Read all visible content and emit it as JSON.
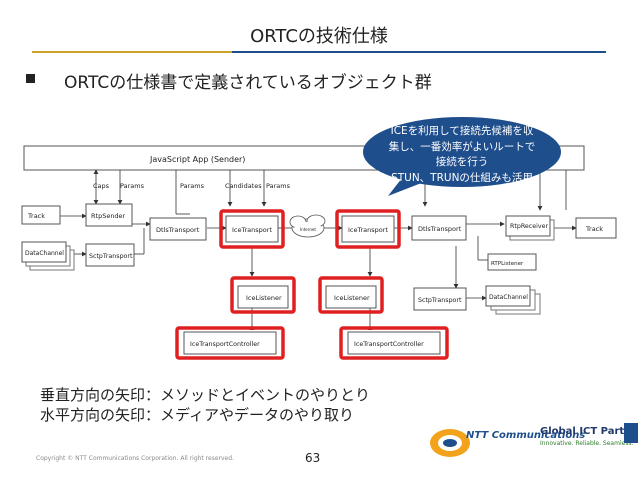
{
  "slide": {
    "title": "ORTCの技術仕様",
    "bullet": "ORTCの仕様書で定義されているオブジェクト群",
    "callout_lines": [
      "ICEを利用して接続先候補を収",
      "集し、一番効率がよいルートで",
      "接続を行う",
      "STUN、TRUNの仕組みも活用"
    ],
    "footnotes": [
      "垂直方向の矢印：メソッドとイベントのやりとり",
      "水平方向の矢印：メディアやデータのやり取り"
    ],
    "copyright": "Copyright © NTT Communications Corporation. All right reserved.",
    "page_number": "63",
    "logo": {
      "ntt": "NTT Communications",
      "partner": "Global ICT Partner",
      "tagline": "Innovative. Reliable. Seamless."
    },
    "accent_colors": {
      "highlight": "#e02020",
      "callout": "#1f4e8c",
      "title_gold": "#c9a227"
    }
  },
  "diagram": {
    "app_label": "JavaScript App (Sender)",
    "param_labels": [
      "Caps",
      "Params",
      "Params",
      "Candidates",
      "Params"
    ],
    "left": {
      "track": "Track",
      "datachannel": "DataChannel",
      "rtpsender": "RtpSender",
      "sctptransport": "SctpTransport",
      "dtlstransport": "DtlsTransport",
      "icetransport": "IceTransport",
      "icelistener": "IceListener",
      "icetransportcontroller": "IceTransportController"
    },
    "internet": "Internet",
    "right": {
      "icetransport": "IceTransport",
      "dtlstransport": "DtlsTransport",
      "rtpreceiver": "RtpReceiver",
      "track": "Track",
      "rtplistener": "RTPListener",
      "sctptransport": "SctpTransport",
      "datachannel": "DataChannel",
      "icelistener": "IceListener",
      "icetransportcontroller": "IceTransportController"
    }
  }
}
